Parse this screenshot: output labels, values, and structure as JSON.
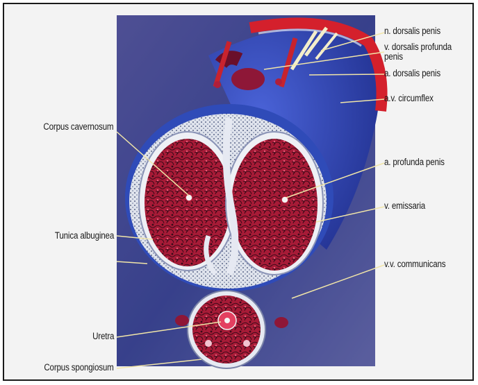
{
  "labels_left": [
    {
      "id": "corpus-cavernosum",
      "text": "Corpus cavernosum"
    },
    {
      "id": "tunica-albuginea",
      "text": "Tunica albuginea"
    },
    {
      "id": "uretra",
      "text": "Uretra"
    },
    {
      "id": "corpus-spongiosum",
      "text": "Corpus spongiosum"
    }
  ],
  "labels_right": [
    {
      "id": "n-dorsalis-penis",
      "text": "n. dorsalis penis"
    },
    {
      "id": "v-dorsalis-profunda-penis",
      "text": "v. dorsalis profunda penis"
    },
    {
      "id": "a-dorsalis-penis",
      "text": "a. dorsalis penis"
    },
    {
      "id": "av-circumflex",
      "text": "a.v. circumflex"
    },
    {
      "id": "a-profunda-penis",
      "text": "a. profunda penis"
    },
    {
      "id": "v-emissaria",
      "text": "v. emissaria"
    },
    {
      "id": "vv-communicans",
      "text": "v.v. communicans"
    }
  ],
  "colors": {
    "background_blue": "#2f3d8f",
    "tissue_red": "#b01f3a",
    "tunica_white": "#d9dde8",
    "leader_line": "#f2e6a8"
  }
}
